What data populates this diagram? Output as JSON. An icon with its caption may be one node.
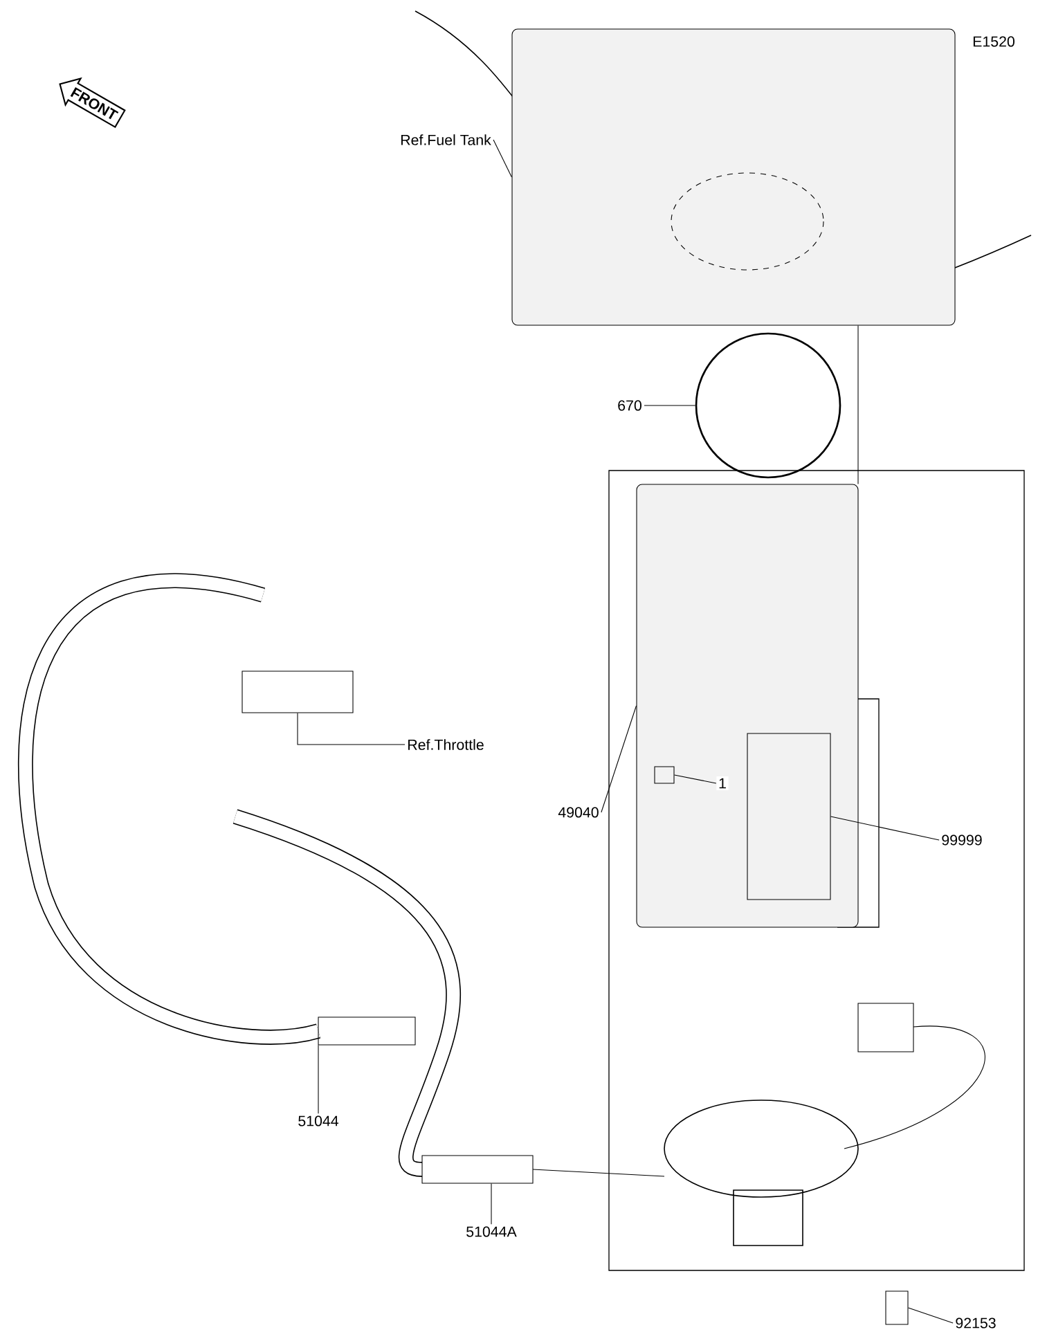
{
  "diagram": {
    "nodes": [
      {
        "text": [
          "Ref.Fuel Tank"
        ]
      },
      {
        "text": [],
        "shape": "picture"
      },
      {
        "text": [
          "670"
        ]
      },
      {
        "text": [],
        "shape": "circle"
      },
      {
        "text": [
          "49040"
        ]
      },
      {
        "text": [],
        "shape": "picture"
      },
      {
        "text": [
          "Ref.Throttle"
        ]
      },
      {
        "text": [],
        "shape": "box"
      },
      {
        "text": [
          "99999"
        ]
      },
      {
        "text": [],
        "shape": "box",
        "in": 5
      },
      {
        "text": [
          "51044"
        ]
      },
      {
        "text": [],
        "shape": "box"
      },
      {
        "text": [
          "51044A"
        ]
      },
      {
        "text": [],
        "shape": "box"
      },
      {
        "text": [
          "92153"
        ]
      },
      {
        "text": [],
        "shape": "box"
      },
      {
        "text": [
          "1"
        ],
        "in": 5
      },
      {
        "text": [],
        "shape": "box",
        "in": 5
      }
    ],
    "edges": [
      {
        "from": 0,
        "to": 1,
        "arrow": "none"
      },
      {
        "from": 2,
        "to": 3,
        "arrow": "none"
      },
      {
        "from": 4,
        "to": 5,
        "arrow": "none"
      },
      {
        "from": 6,
        "to": 7,
        "arrow": "none"
      },
      {
        "from": 8,
        "to": 9,
        "arrow": "none"
      },
      {
        "from": 10,
        "to": 11,
        "arrow": "none"
      },
      {
        "from": 12,
        "to": 13,
        "arrow": "none"
      },
      {
        "from": 14,
        "to": 15,
        "arrow": "none"
      },
      {
        "from": 16,
        "to": 17,
        "arrow": "none"
      },
      {
        "from": 1,
        "to": 5,
        "arrow": "none"
      }
    ],
    "labels": [
      "E1520",
      "FRONT"
    ]
  }
}
